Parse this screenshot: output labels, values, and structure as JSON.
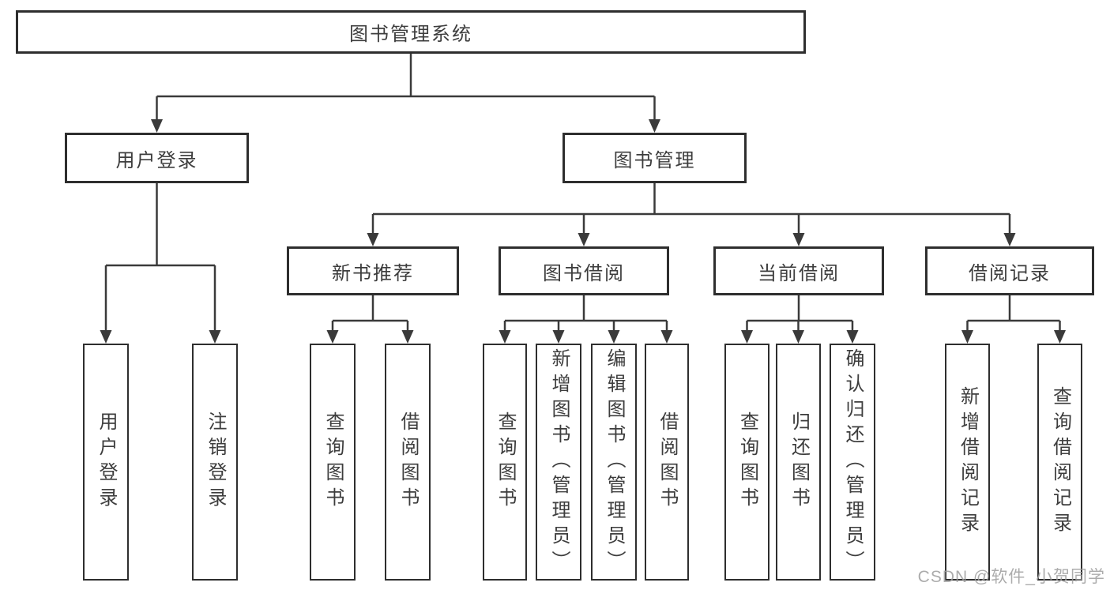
{
  "watermark": "CSDN @软件_小贺同学",
  "colors": {
    "line": "#3a3a3a",
    "border": "#2e2e2e",
    "text": "#3d3d3d",
    "watermark": "#9e9e9e",
    "background": "#ffffff"
  },
  "nodes": {
    "root": {
      "label": "图书管理系统"
    },
    "login": {
      "label": "用户登录"
    },
    "mgmt": {
      "label": "图书管理"
    },
    "login_user": {
      "label": "用户登录"
    },
    "login_logout": {
      "label": "注销登录"
    },
    "rec": {
      "label": "新书推荐"
    },
    "borrow": {
      "label": "图书借阅"
    },
    "current": {
      "label": "当前借阅"
    },
    "records": {
      "label": "借阅记录"
    },
    "rec_query": {
      "label": "查询图书"
    },
    "rec_borrow": {
      "label": "借阅图书"
    },
    "borrow_query": {
      "label": "查询图书"
    },
    "borrow_add": {
      "label": "新增图书（管理员）"
    },
    "borrow_edit": {
      "label": "编辑图书（管理员）"
    },
    "borrow_borrow": {
      "label": "借阅图书"
    },
    "cur_query": {
      "label": "查询图书"
    },
    "cur_return": {
      "label": "归还图书"
    },
    "cur_confirm": {
      "label": "确认归还（管理员）"
    },
    "records_add": {
      "label": "新增借阅记录"
    },
    "records_query": {
      "label": "查询借阅记录"
    }
  },
  "hierarchy": {
    "图书管理系统": {
      "用户登录": [
        "用户登录",
        "注销登录"
      ],
      "图书管理": {
        "新书推荐": [
          "查询图书",
          "借阅图书"
        ],
        "图书借阅": [
          "查询图书",
          "新增图书（管理员）",
          "编辑图书（管理员）",
          "借阅图书"
        ],
        "当前借阅": [
          "查询图书",
          "归还图书",
          "确认归还（管理员）"
        ],
        "借阅记录": [
          "新增借阅记录",
          "查询借阅记录"
        ]
      }
    }
  }
}
